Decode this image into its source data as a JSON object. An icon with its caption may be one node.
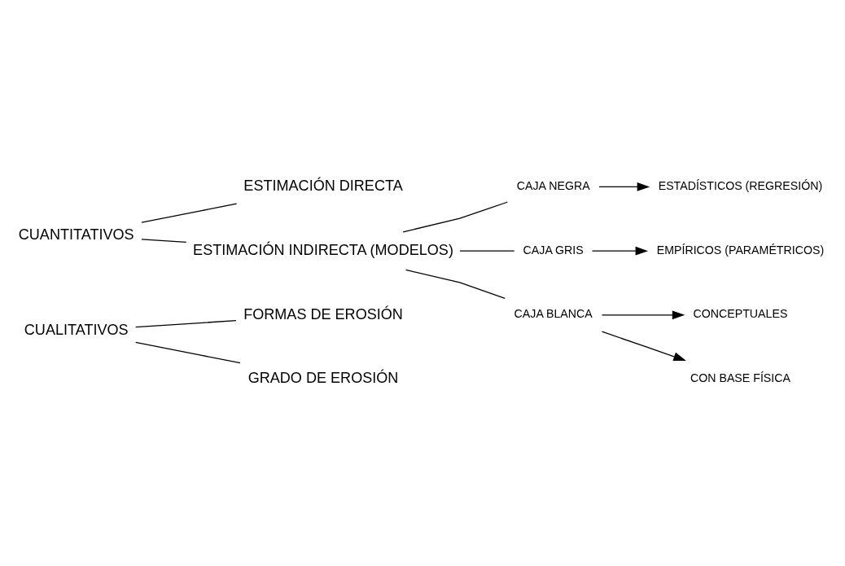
{
  "diagram": {
    "nodes": [
      {
        "text": [
          "CUALITATIVOS"
        ]
      },
      {
        "text": [
          "FORMAS DE EROSIÓN"
        ]
      },
      {
        "text": [
          "GRADO DE EROSIÓN"
        ]
      },
      {
        "text": [
          "CUANTITATIVOS"
        ]
      },
      {
        "text": [
          "ESTIMACIÓN DIRECTA"
        ]
      },
      {
        "text": [
          "ESTIMACIÓN INDIRECTA (MODELOS)"
        ]
      },
      {
        "text": [
          "CAJA NEGRA"
        ]
      },
      {
        "text": [
          "ESTADÍSTICOS (REGRESIÓN)"
        ]
      },
      {
        "text": [
          "CAJA GRIS"
        ]
      },
      {
        "text": [
          "EMPÍRICOS (PARAMÉTRICOS)"
        ]
      },
      {
        "text": [
          "CAJA BLANCA"
        ]
      },
      {
        "text": [
          "CONCEPTUALES"
        ]
      },
      {
        "text": [
          "CON BASE FÍSICA"
        ]
      }
    ],
    "edges": [
      {
        "from": 0,
        "to": 1,
        "arrow": "none"
      },
      {
        "from": 0,
        "to": 2,
        "arrow": "none"
      },
      {
        "from": 3,
        "to": 4,
        "arrow": "none"
      },
      {
        "from": 3,
        "to": 5,
        "arrow": "none"
      },
      {
        "from": 5,
        "to": 6,
        "arrow": "none"
      },
      {
        "from": 5,
        "to": 8,
        "arrow": "none"
      },
      {
        "from": 5,
        "to": 10,
        "arrow": "none"
      },
      {
        "from": 6,
        "to": 7,
        "arrow": "to"
      },
      {
        "from": 8,
        "to": 9,
        "arrow": "to"
      },
      {
        "from": 10,
        "to": 11,
        "arrow": "to"
      },
      {
        "from": 10,
        "to": 12,
        "arrow": "to"
      }
    ]
  }
}
